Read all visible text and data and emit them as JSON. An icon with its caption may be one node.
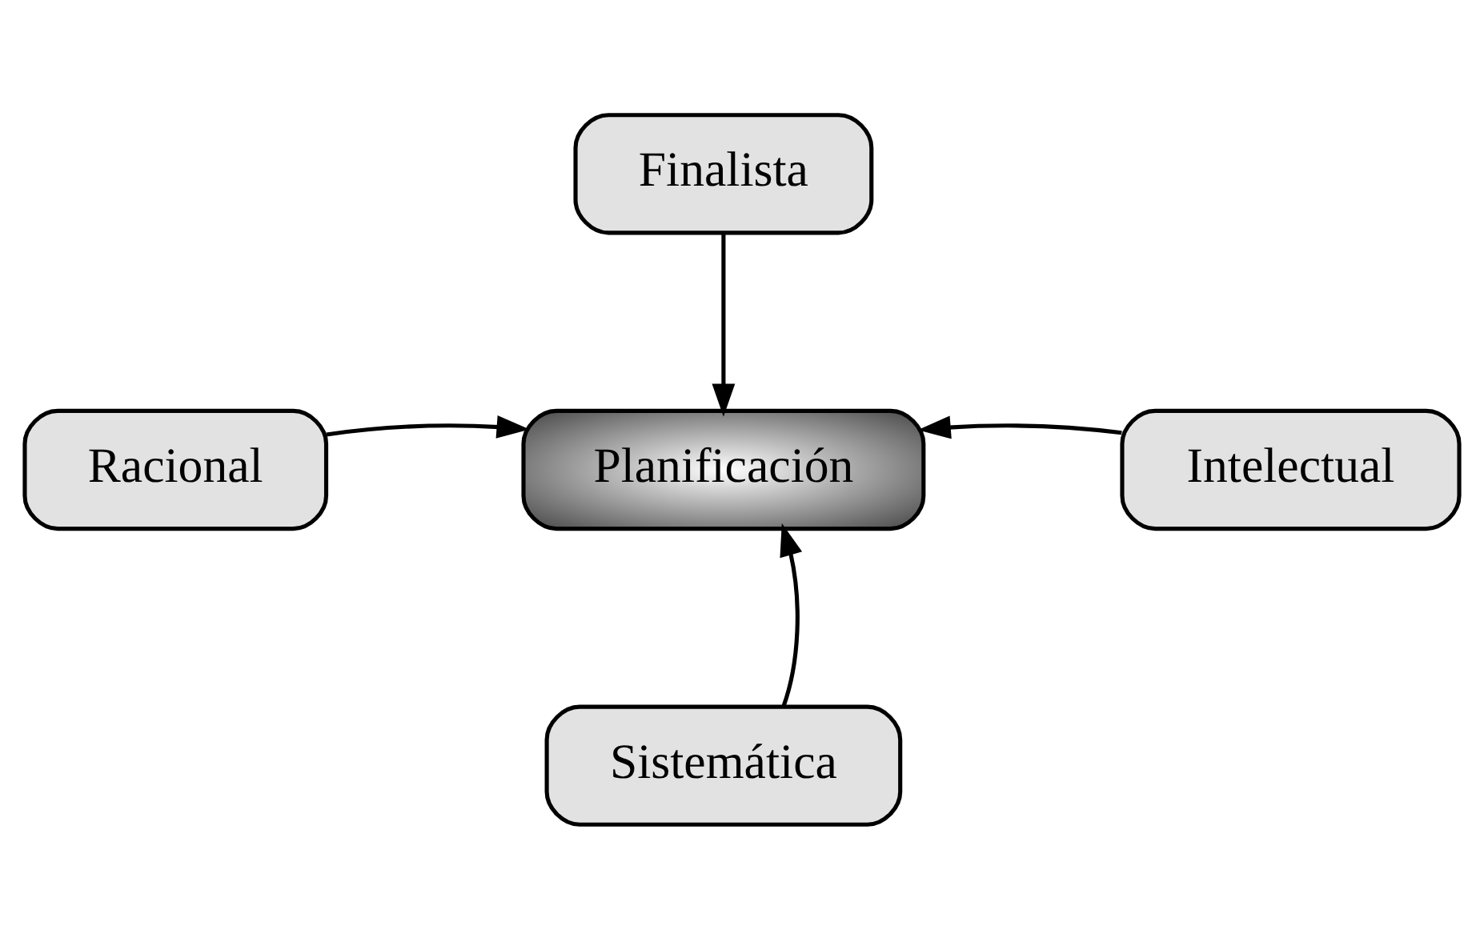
{
  "diagram": {
    "nodes": [
      {
        "text": [
          "Finalista"
        ]
      },
      {
        "text": [
          "Racional"
        ]
      },
      {
        "text": [
          "Planificación"
        ]
      },
      {
        "text": [
          "Intelectual"
        ]
      },
      {
        "text": [
          "Sistemática"
        ]
      }
    ],
    "edges": [
      {
        "from": 0,
        "to": 2,
        "arrow": "to"
      },
      {
        "from": 1,
        "to": 2,
        "arrow": "to"
      },
      {
        "from": 3,
        "to": 2,
        "arrow": "to"
      },
      {
        "from": 4,
        "to": 2,
        "arrow": "to"
      }
    ]
  }
}
